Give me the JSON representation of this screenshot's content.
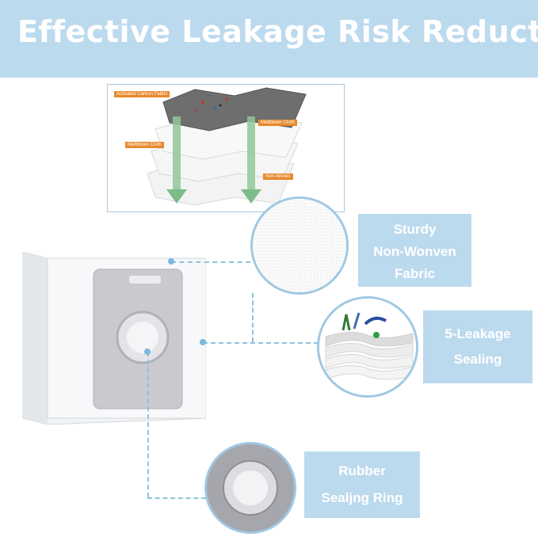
{
  "header": {
    "title": "Effective Leakage Risk Reduction"
  },
  "layers": {
    "label_1": "Activated Carbon Fabric",
    "label_2": "Meltblown Cloth",
    "label_3": "Meltblown Cloth",
    "label_4": "Non-Woven"
  },
  "callouts": {
    "fabric": {
      "line1": "Sturdy",
      "line2": "Non-Wonven",
      "line3": "Fabric"
    },
    "sealing": {
      "line1": "5-Leakage",
      "line2": "Sealing"
    },
    "ring": {
      "line1": "Rubber",
      "line2": "Sealjng Ring"
    }
  },
  "colors": {
    "header_bg": "#bcdaee",
    "callout_bg": "#bcdaee",
    "label_orange": "#e8892b",
    "dash_blue": "#8fc3e0"
  }
}
